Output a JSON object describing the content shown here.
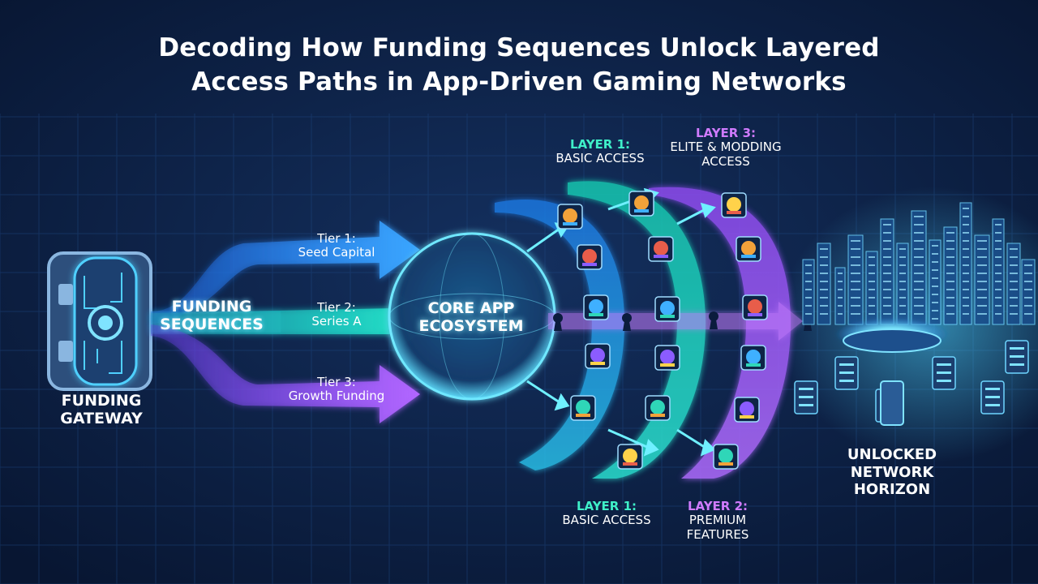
{
  "title": {
    "line1": "Decoding How Funding Sequences Unlock Layered",
    "line2": "Access Paths in App-Driven Gaming Networks"
  },
  "gateway": {
    "line1": "FUNDING",
    "line2": "GATEWAY"
  },
  "funding_sequences": {
    "line1": "FUNDING",
    "line2": "SEQUENCES"
  },
  "tiers": [
    {
      "line1": "Tier 1:",
      "line2": "Seed Capital",
      "color": "#2f9bff"
    },
    {
      "line1": "Tier 2:",
      "line2": "Series A",
      "color": "#19d8c4"
    },
    {
      "line1": "Tier 3:",
      "line2": "Growth Funding",
      "color": "#9b5cff"
    }
  ],
  "core": {
    "line1": "CORE APP",
    "line2": "ECOSYSTEM"
  },
  "layers": {
    "layer1_top": {
      "heading": "LAYER 1:",
      "line1": "BASIC ACCESS"
    },
    "layer3_top": {
      "heading": "LAYER 3:",
      "line1": "ELITE & MODDING",
      "line2": "ACCESS"
    },
    "layer1_bottom": {
      "heading": "LAYER 1:",
      "line1": "BASIC ACCESS"
    },
    "layer2_bottom": {
      "heading": "LAYER 2:",
      "line1": "PREMIUM",
      "line2": "FEATURES"
    }
  },
  "horizon": {
    "line1": "UNLOCKED",
    "line2": "NETWORK",
    "line3": "HORIZON"
  },
  "colors": {
    "background": "#0b1c3d",
    "blue": "#2f9bff",
    "teal": "#19d8c4",
    "purple": "#9b5cff",
    "glow": "#7fe3ff"
  },
  "icons": [
    "vault-icon",
    "keyhole-icon",
    "game-tile-icon",
    "city-skyline-icon",
    "server-icon"
  ]
}
